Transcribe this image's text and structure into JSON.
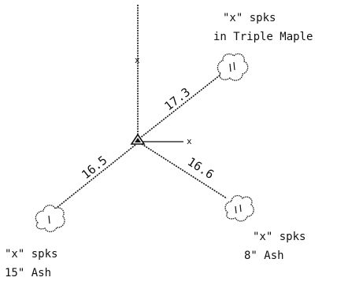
{
  "markers": {
    "x_north": "x",
    "x_east": "x"
  },
  "trees": {
    "maple": {
      "line1": "\"x\" spks",
      "line2": "in Triple Maple",
      "distance": "17.3"
    },
    "ash_8": {
      "line1": "\"x\" spks",
      "line2": "8\" Ash",
      "distance": "16.6"
    },
    "ash_15": {
      "line1": "\"x\" spks",
      "line2": "15\" Ash",
      "distance": "16.5"
    }
  }
}
